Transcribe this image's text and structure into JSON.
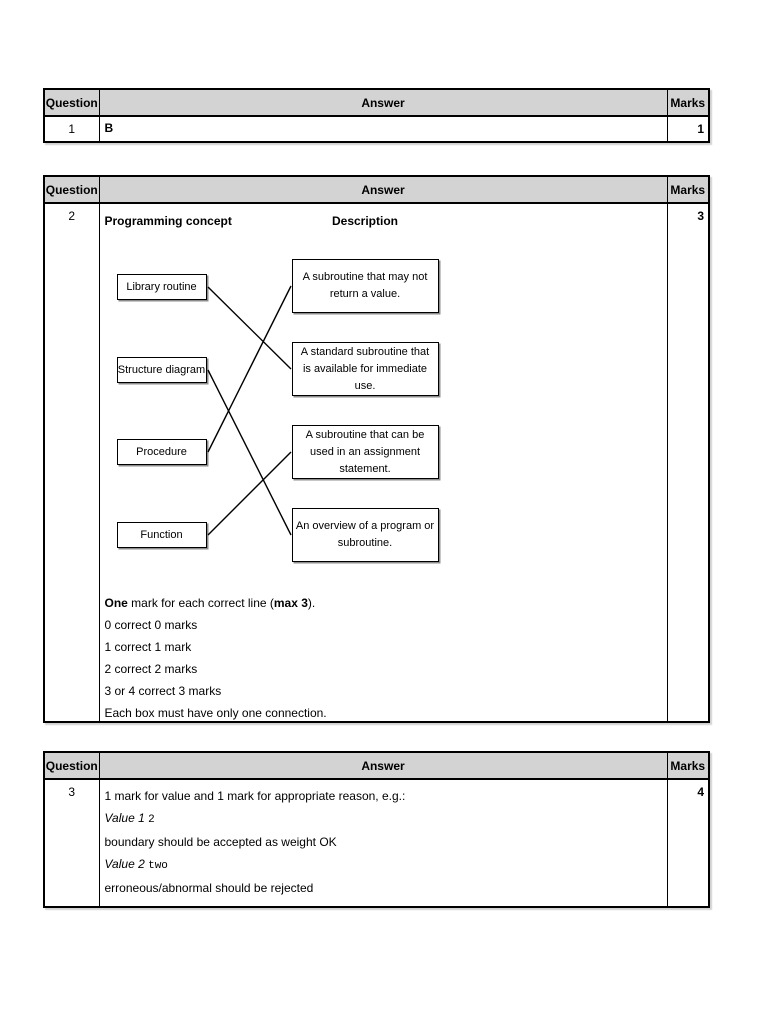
{
  "colors": {
    "header_bg": "#d3d3d3",
    "border": "#000000",
    "page_bg": "#ffffff"
  },
  "table1": {
    "headers": {
      "question": "Question",
      "answer": "Answer",
      "marks": "Marks"
    },
    "row": {
      "question": "1",
      "answer": "B",
      "marks": "1"
    }
  },
  "table2": {
    "headers": {
      "question": "Question",
      "answer": "Answer",
      "marks": "Marks"
    },
    "row": {
      "question": "2",
      "marks": "3"
    },
    "diagram": {
      "column_titles": {
        "left": "Programming concept",
        "right": "Description"
      },
      "left_boxes": [
        "Library routine",
        "Structure diagram",
        "Procedure",
        "Function"
      ],
      "right_boxes": [
        "A subroutine that may not return a value.",
        "A standard subroutine that is available for immediate use.",
        "A subroutine that can be used in an assignment statement.",
        "An overview of a program or subroutine."
      ],
      "connections": [
        {
          "from": 0,
          "to": 1
        },
        {
          "from": 1,
          "to": 3
        },
        {
          "from": 2,
          "to": 0
        },
        {
          "from": 3,
          "to": 2
        }
      ]
    },
    "notes": [
      [
        {
          "text": "One",
          "style": "bold"
        },
        {
          "text": " mark for each correct line (",
          "style": "plain"
        },
        {
          "text": "max 3",
          "style": "bold"
        },
        {
          "text": ").",
          "style": "plain"
        }
      ],
      [
        {
          "text": "0 correct 0 marks",
          "style": "plain"
        }
      ],
      [
        {
          "text": "1 correct 1 mark",
          "style": "plain"
        }
      ],
      [
        {
          "text": "2 correct 2 marks",
          "style": "plain"
        }
      ],
      [
        {
          "text": "3 or 4 correct 3 marks",
          "style": "plain"
        }
      ],
      [
        {
          "text": "Each box must have only one connection.",
          "style": "plain"
        }
      ]
    ]
  },
  "table3": {
    "headers": {
      "question": "Question",
      "answer": "Answer",
      "marks": "Marks"
    },
    "row": {
      "question": "3",
      "marks": "4"
    },
    "lines": [
      [
        {
          "text": "1 mark for value and 1 mark for appropriate reason, e.g.:",
          "style": "plain"
        }
      ],
      [
        {
          "text": "Value 1",
          "style": "italic"
        },
        {
          "text": " ",
          "style": "plain"
        },
        {
          "text": "2",
          "style": "mono"
        }
      ],
      [
        {
          "text": "boundary should be accepted as weight OK",
          "style": "plain"
        }
      ],
      [
        {
          "text": "Value 2",
          "style": "italic"
        },
        {
          "text": " ",
          "style": "plain"
        },
        {
          "text": "two",
          "style": "mono"
        }
      ],
      [
        {
          "text": "erroneous/abnormal should be rejected",
          "style": "plain"
        }
      ]
    ]
  }
}
